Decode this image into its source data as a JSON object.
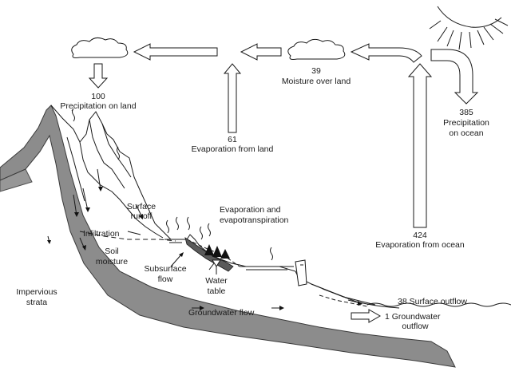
{
  "labels": {
    "precip_land_value": "100",
    "precip_land_text": "Precipitation on land",
    "moisture_value": "39",
    "moisture_text": "Moisture over land",
    "precip_ocean_value": "385",
    "precip_ocean_text_1": "Precipitation",
    "precip_ocean_text_2": "on ocean",
    "evap_land_value": "61",
    "evap_land_text": "Evaporation from land",
    "surface_runoff_1": "Surface",
    "surface_runoff_2": "runoff",
    "evapotranspiration_1": "Evaporation and",
    "evapotranspiration_2": "evapotranspiration",
    "infiltration": "Infiltration",
    "soil_moisture_1": "Soil",
    "soil_moisture_2": "moisture",
    "subsurface_flow_1": "Subsurface",
    "subsurface_flow_2": "flow",
    "water_table_1": "Water",
    "water_table_2": "table",
    "evap_ocean_value": "424",
    "evap_ocean_text": "Evaporation from ocean",
    "impervious_1": "Impervious",
    "impervious_2": "strata",
    "groundwater_flow": "Groundwater flow",
    "surface_outflow": "38 Surface outflow",
    "groundwater_outflow_1": "1 Groundwater",
    "groundwater_outflow_2": "outflow"
  },
  "icons": [
    "sun-icon",
    "cloud-icon",
    "tree-icon",
    "dam-icon",
    "flow-arrow-icon"
  ]
}
